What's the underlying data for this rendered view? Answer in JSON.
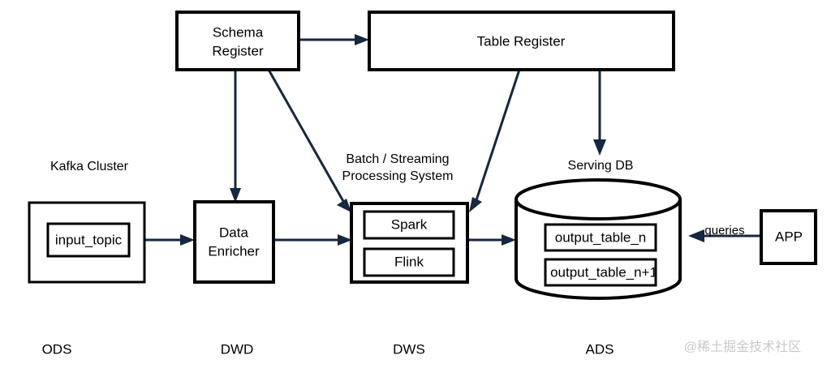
{
  "diagram": {
    "title": "Data pipeline architecture",
    "background_color": "#ffffff",
    "line_color": "#16273f",
    "box_stroke_color": "#000000",
    "watermark": "@稀土掘金技术社区"
  },
  "nodes": {
    "schema_register": {
      "label_line1": "Schema",
      "label_line2": "Register"
    },
    "table_register": {
      "label": "Table Register"
    },
    "kafka_cluster": {
      "caption": "Kafka Cluster",
      "topic": "input_topic"
    },
    "data_enricher": {
      "label_line1": "Data",
      "label_line2": "Enricher"
    },
    "processing_system": {
      "caption_line1": "Batch / Streaming",
      "caption_line2": "Processing System",
      "engines": [
        "Spark",
        "Flink"
      ]
    },
    "serving_db": {
      "caption": "Serving DB",
      "tables": [
        "output_table_n",
        "output_table_n+1"
      ]
    },
    "app": {
      "label": "APP"
    }
  },
  "edges": {
    "queries_label": "queries"
  },
  "stages": [
    {
      "label": "ODS"
    },
    {
      "label": "DWD"
    },
    {
      "label": "DWS"
    },
    {
      "label": "ADS"
    }
  ]
}
